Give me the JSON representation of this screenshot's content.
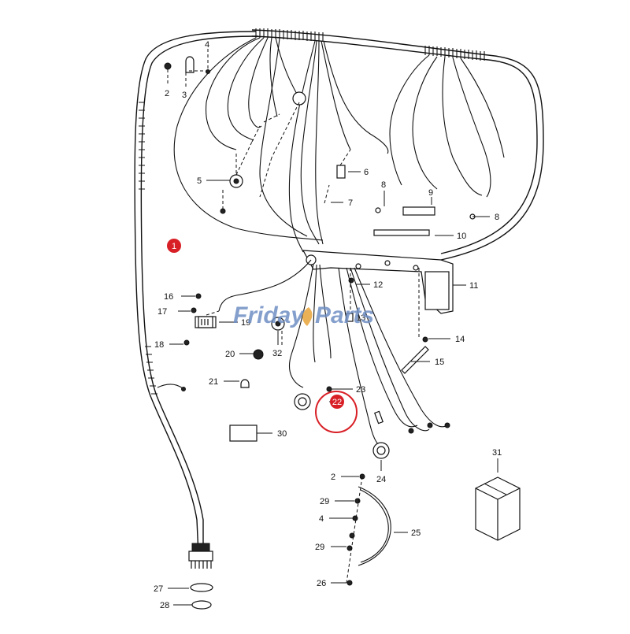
{
  "watermark": {
    "text_a": "Friday",
    "text_b": "Parts",
    "color_a": "#6f8fc4",
    "color_b": "#e8a43a"
  },
  "highlight": {
    "color": "#d81f26"
  },
  "callouts": {
    "c1": "1",
    "c2a": "2",
    "c2b": "2",
    "c3": "3",
    "c4a": "4",
    "c4b": "4",
    "c5": "5",
    "c6": "6",
    "c7": "7",
    "c8a": "8",
    "c8b": "8",
    "c9": "9",
    "c10": "10",
    "c11": "11",
    "c12": "12",
    "c13": "13",
    "c14": "14",
    "c15": "15",
    "c16": "16",
    "c17": "17",
    "c18": "18",
    "c19": "19",
    "c20": "20",
    "c21": "21",
    "c22": "22",
    "c23": "23",
    "c24": "24",
    "c25": "25",
    "c26": "26",
    "c27": "27",
    "c28": "28",
    "c29a": "29",
    "c29b": "29",
    "c30": "30",
    "c31": "31",
    "c32": "32"
  }
}
